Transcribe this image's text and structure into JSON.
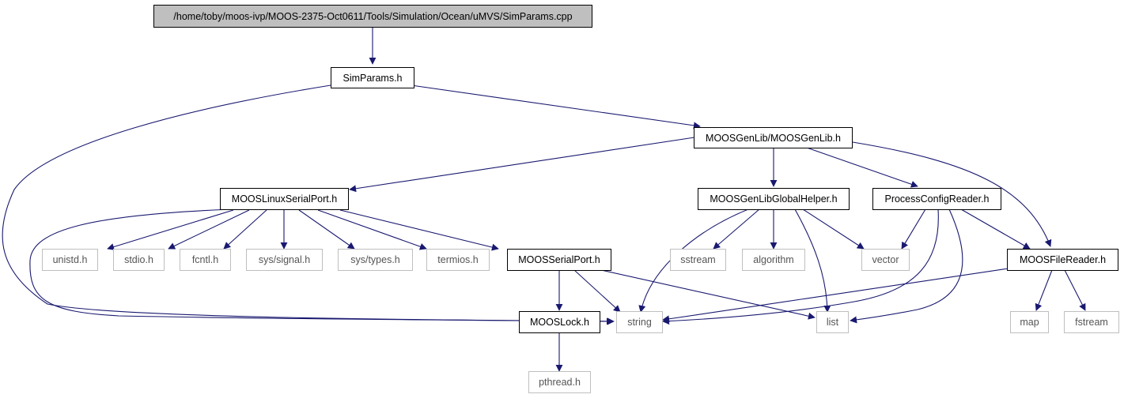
{
  "nodes": {
    "root": "/home/toby/moos-ivp/MOOS-2375-Oct0611/Tools/Simulation/Ocean/uMVS/SimParams.cpp",
    "simparams_h": "SimParams.h",
    "moosgenlib_h": "MOOSGenLib/MOOSGenLib.h",
    "linuxserialport_h": "MOOSLinuxSerialPort.h",
    "globalhelper_h": "MOOSGenLibGlobalHelper.h",
    "processconfigreader_h": "ProcessConfigReader.h",
    "unistd_h": "unistd.h",
    "stdio_h": "stdio.h",
    "fcntl_h": "fcntl.h",
    "sys_signal_h": "sys/signal.h",
    "sys_types_h": "sys/types.h",
    "termios_h": "termios.h",
    "serialport_h": "MOOSSerialPort.h",
    "sstream": "sstream",
    "algorithm": "algorithm",
    "vector": "vector",
    "filereader_h": "MOOSFileReader.h",
    "lock_h": "MOOSLock.h",
    "string": "string",
    "list": "list",
    "map": "map",
    "fstream": "fstream",
    "pthread_h": "pthread.h"
  },
  "colors": {
    "edge": "#191970",
    "root_fill": "#bfbfbf",
    "project_border": "#000000",
    "external_border": "#bfbfbf",
    "project_text": "#000000",
    "external_text": "#555555"
  }
}
